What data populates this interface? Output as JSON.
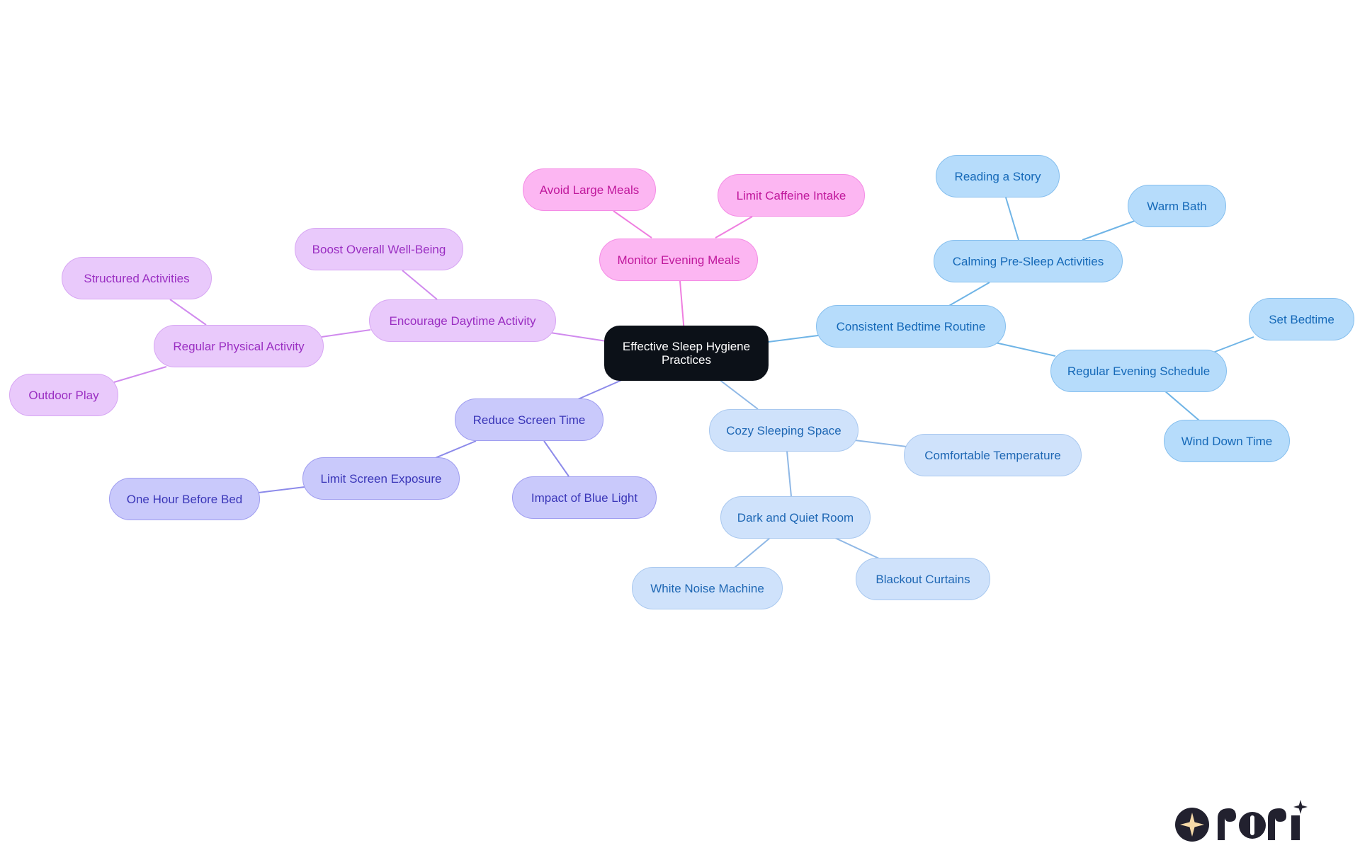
{
  "root": {
    "label": "Effective Sleep Hygiene Practices"
  },
  "nodes": {
    "monitor_evening_meals": "Monitor Evening Meals",
    "avoid_large_meals": "Avoid Large Meals",
    "limit_caffeine_intake": "Limit Caffeine Intake",
    "encourage_daytime_activity": "Encourage Daytime Activity",
    "boost_overall_well_being": "Boost Overall Well-Being",
    "regular_physical_activity": "Regular Physical Activity",
    "structured_activities": "Structured Activities",
    "outdoor_play": "Outdoor Play",
    "reduce_screen_time": "Reduce Screen Time",
    "limit_screen_exposure": "Limit Screen Exposure",
    "one_hour_before_bed": "One Hour Before Bed",
    "impact_of_blue_light": "Impact of Blue Light",
    "consistent_bedtime_routine": "Consistent Bedtime Routine",
    "calming_pre_sleep_activities": "Calming Pre-Sleep Activities",
    "reading_a_story": "Reading a Story",
    "warm_bath": "Warm Bath",
    "regular_evening_schedule": "Regular Evening Schedule",
    "set_bedtime": "Set Bedtime",
    "wind_down_time": "Wind Down Time",
    "cozy_sleeping_space": "Cozy Sleeping Space",
    "comfortable_temperature": "Comfortable Temperature",
    "dark_and_quiet_room": "Dark and Quiet Room",
    "white_noise_machine": "White Noise Machine",
    "blackout_curtains": "Blackout Curtains"
  },
  "colors": {
    "pink_edge": "#ef7fe0",
    "lavender_edge": "#d08aee",
    "indigo_edge": "#8c8aea",
    "sky_edge": "#6fb4e6",
    "pale_edge": "#8fb8e6",
    "logo_dark": "#22212f",
    "logo_star": "#f5d9a8"
  },
  "logo": {
    "name": "rori-logo"
  }
}
